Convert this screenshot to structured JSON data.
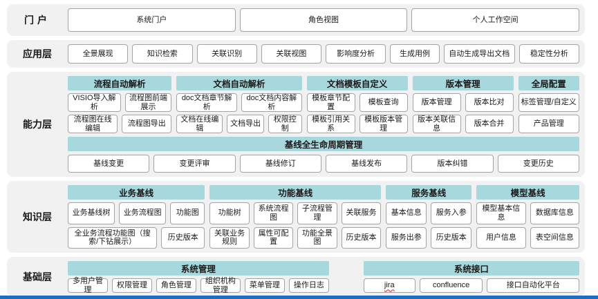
{
  "colors": {
    "header_teal": "#a6d8de",
    "panel_bg": "#f1f1f2",
    "box_border": "#a3a3a3",
    "accent_bar": "#1b6ec2",
    "squiggle_red": "#e03131"
  },
  "layers": [
    {
      "id": "portal",
      "label": "门户",
      "items": [
        "系统门户",
        "角色视图",
        "个人工作空间"
      ]
    },
    {
      "id": "application",
      "label": "应用层",
      "items": [
        "全景展现",
        "知识检索",
        "关联识别",
        "关联视图",
        "影响度分析",
        {
          "label": "生成用例",
          "flex": 0.8
        },
        {
          "label": "自动生成导出文档",
          "flex": 1.2
        },
        "稳定性分析"
      ]
    },
    {
      "id": "capability",
      "label": "能力层",
      "groups": [
        {
          "title": "流程自动解析",
          "flex": 1.7,
          "rows": [
            [
              {
                "label": "VISIO导入解析",
                "flex": 1.15
              },
              "流程图前端展示"
            ],
            [
              "流程图在线编辑",
              "流程图导出"
            ]
          ]
        },
        {
          "title": "文档自动解析",
          "flex": 2.05,
          "rows": [
            [
              "doc文档章节解析",
              "doc文档内容解析"
            ],
            [
              {
                "label": "文档在线编辑",
                "flex": 1.3
              },
              "文档导出",
              {
                "label": "权限控制",
                "flex": 0.9
              }
            ]
          ]
        },
        {
          "title": "文档模板自定义",
          "flex": 1.65,
          "rows": [
            [
              "模板章节配置",
              "模板查询"
            ],
            [
              "模板引用关系",
              "模板版本管理"
            ]
          ]
        },
        {
          "title": "版本管理",
          "flex": 1.65,
          "rows": [
            [
              "版本管理",
              "版本比对"
            ],
            [
              "版本关联信息",
              "版本合并"
            ]
          ]
        },
        {
          "title": "全局配置",
          "flex": 1.0,
          "rows": [
            [
              "标签管理/自定义"
            ],
            [
              "产品管理"
            ]
          ]
        }
      ],
      "wide_group": {
        "title": "基线全生命周期管理",
        "items": [
          "基线变更",
          "变更评审",
          "基线修订",
          "基线发布",
          "版本纠错",
          "变更历史"
        ]
      }
    },
    {
      "id": "knowledge",
      "label": "知识层",
      "groups": [
        {
          "title": "业务基线",
          "flex": 1.6,
          "rows": [
            [
              "业务基线树",
              "业务流程图",
              {
                "label": "功能图",
                "flex": 0.7
              }
            ],
            [
              {
                "label": "全业务流程功能图（搜索/下钻展示）",
                "flex": 2.2
              },
              "历史版本"
            ]
          ]
        },
        {
          "title": "功能基线",
          "flex": 2.0,
          "rows": [
            [
              "功能树",
              "系统流程图",
              "子流程管理",
              "关联服务"
            ],
            [
              "关联业务规则",
              "属性可配置",
              "功能全景图",
              "历史版本"
            ]
          ]
        },
        {
          "title": "服务基线",
          "flex": 1.0,
          "rows": [
            [
              "基本信息",
              "服务入参"
            ],
            [
              "服务出参",
              "历史版本"
            ]
          ]
        },
        {
          "title": "模型基线",
          "flex": 1.2,
          "rows": [
            [
              "模型基本信息",
              "数据库信息"
            ],
            [
              "用户信息",
              "表空间信息"
            ]
          ]
        }
      ]
    },
    {
      "id": "foundation",
      "label": "基础层",
      "groups": [
        {
          "title": "系统管理",
          "flex": 1.21,
          "rows": [
            [
              "多用户管理",
              "权限管理",
              "角色管理",
              "组织机构管理",
              "菜单管理",
              "操作日志"
            ]
          ]
        },
        {
          "title": "系统接口",
          "flex": 1.0,
          "rows": [
            [
              {
                "label": "jira",
                "flex": 0.8,
                "squiggle": true
              },
              "confluence",
              {
                "label": "接口自动化平台",
                "flex": 1.5
              }
            ]
          ]
        }
      ]
    }
  ]
}
